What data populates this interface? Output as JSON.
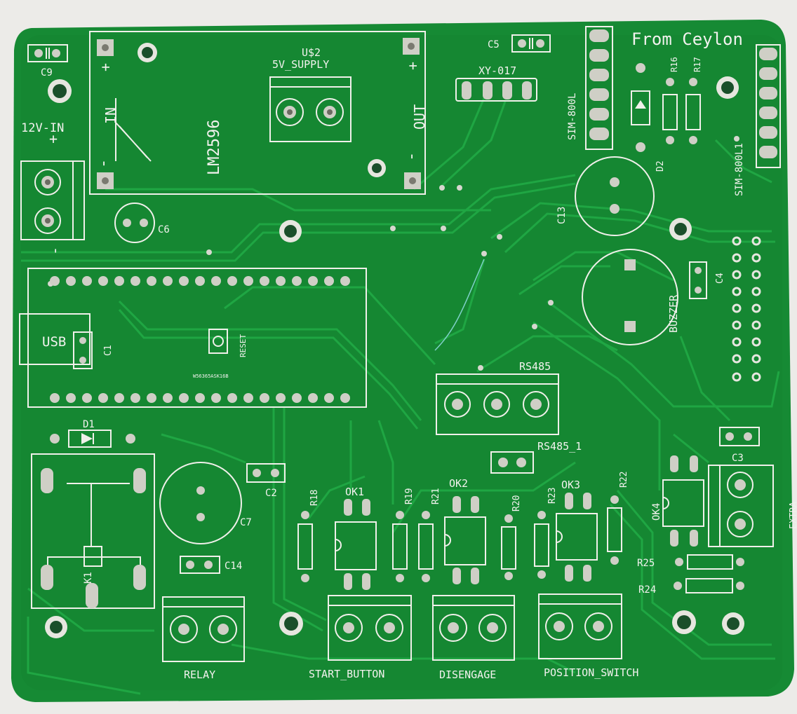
{
  "colors": {
    "board": "#168a34",
    "trace": "#1fa542",
    "silk": "#f0f0ea",
    "pad": "#c9c9c0",
    "background": "#ecebe8"
  },
  "labels": {
    "from_ceylon": "From Ceylon",
    "us2": "U$2",
    "supply": "5V_SUPPLY",
    "lm2596": "LM2596",
    "in": "IN",
    "out": "OUT",
    "plus": "+",
    "minus": "-",
    "in12v": "12V-IN",
    "c9": "C9",
    "c6": "C6",
    "c5": "C5",
    "xy017": "XY-017",
    "sim800l": "SIM-800L",
    "sim800l1": "SIM-800L1",
    "r16": "R16",
    "r17": "R17",
    "d2": "D2",
    "c13": "C13",
    "buzzer": "BUZZER",
    "c4": "C4",
    "usb": "USB",
    "c1": "C1",
    "reset": "RESET",
    "chip_code": "W56365ASK16B",
    "rs485": "RS485",
    "rs485_1": "RS485_1",
    "d1": "D1",
    "k1": "K1",
    "c7": "C7",
    "c14": "C14",
    "c2": "C2",
    "c3": "C3",
    "extra": "EXTRA",
    "r18": "R18",
    "ok1": "OK1",
    "r19": "R19",
    "r21": "R21",
    "ok2": "OK2",
    "r20": "R20",
    "r23": "R23",
    "ok3": "OK3",
    "r22": "R22",
    "ok4": "OK4",
    "r25": "R25",
    "r24": "R24",
    "relay": "RELAY",
    "start_button": "START_BUTTON",
    "disengage": "DISENGAGE",
    "position_switch": "POSITION_SWITCH"
  }
}
